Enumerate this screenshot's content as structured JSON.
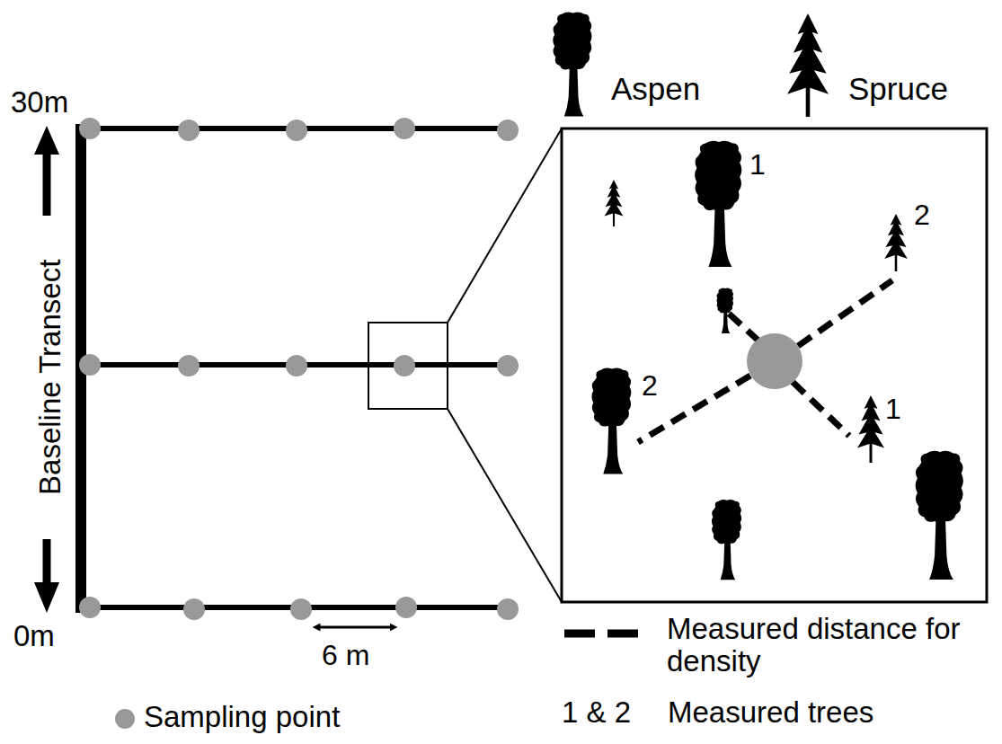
{
  "diagram": {
    "labels": [
      "30m",
      "0m",
      "Baseline Transect",
      "6 m",
      "1",
      "2",
      "2",
      "1",
      "1 & 2"
    ],
    "legend": [
      {
        "text": "Aspen"
      },
      {
        "text": "Spruce"
      },
      {
        "text": "Sampling point",
        "color": "#999999"
      },
      {
        "text": "Measured distance for density"
      },
      {
        "text": "Measured trees"
      }
    ]
  }
}
